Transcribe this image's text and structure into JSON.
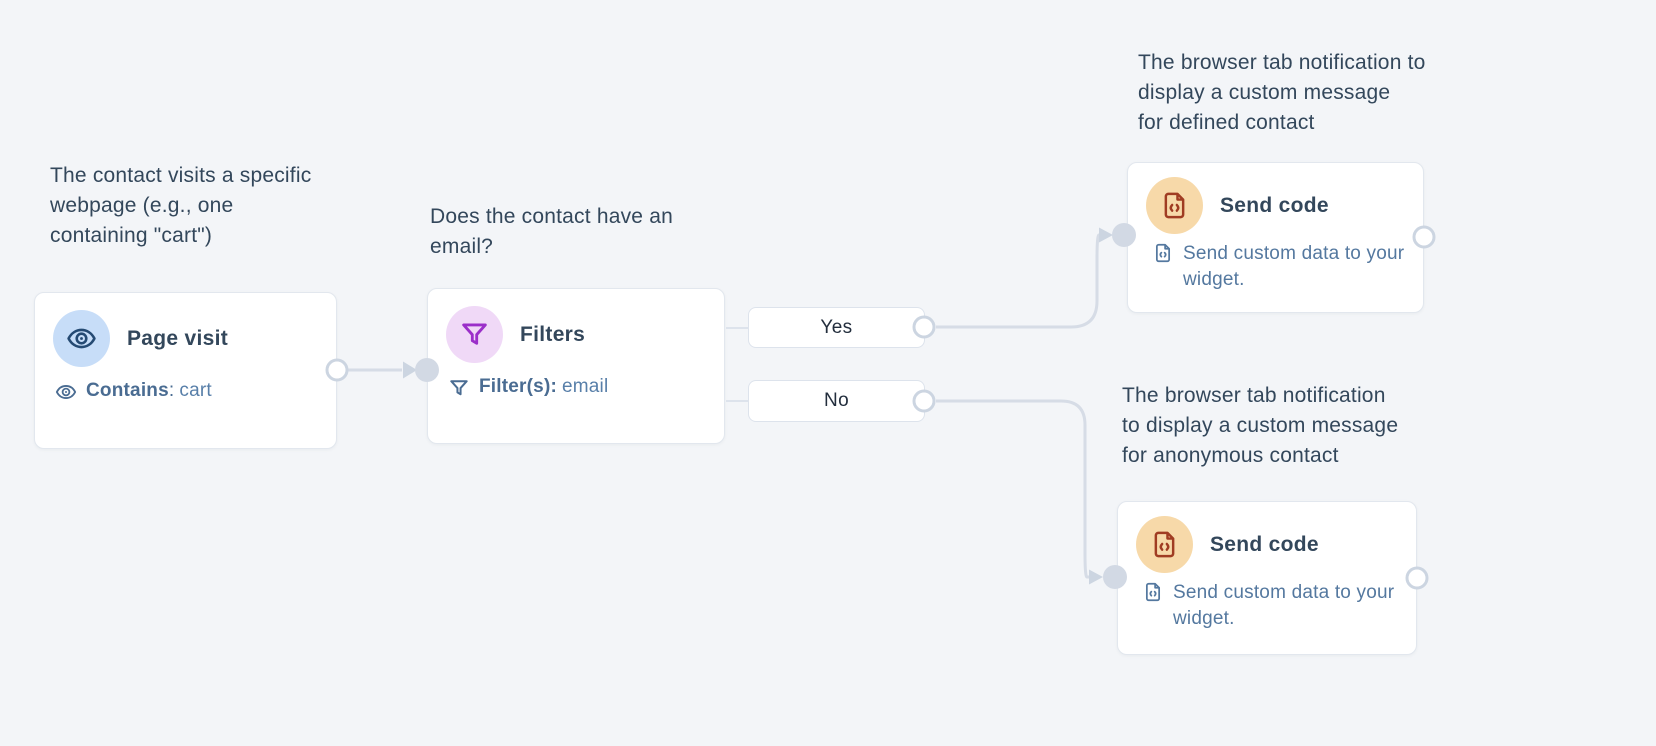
{
  "annotations": {
    "page_visit": "The contact visits a specific\nwebpage (e.g., one\ncontaining \"cart\")",
    "filters": "Does the contact have an\nemail?",
    "send_code_top": "The browser tab notification to\ndisplay a custom message\nfor defined contact",
    "send_code_bottom": "The browser tab notification\nto display a custom message\nfor anonymous contact"
  },
  "nodes": {
    "page_visit": {
      "title": "Page visit",
      "icon": "eye-icon",
      "meta": {
        "label": "Contains",
        "sep": ":",
        "value": "cart"
      }
    },
    "filters": {
      "title": "Filters",
      "icon": "funnel-icon",
      "meta": {
        "label": "Filter(s):",
        "sep": "",
        "value": "email"
      }
    },
    "send_code_top": {
      "title": "Send code",
      "icon": "code-file-icon",
      "description": "Send custom data to your widget."
    },
    "send_code_bottom": {
      "title": "Send code",
      "icon": "code-file-icon",
      "description": "Send custom data to your widget."
    }
  },
  "branch_labels": {
    "yes": "Yes",
    "no": "No"
  },
  "colors": {
    "canvas_bg": "#f3f5f8",
    "connector": "#d6dce6",
    "trigger_accent": "#254a73",
    "trigger_accent_bg": "#c7ddf8",
    "filter_accent": "#9b2fc9",
    "filter_accent_bg": "#f0d9f7",
    "action_accent": "#a03c22",
    "action_accent_bg": "#f7d9a9",
    "text_dark": "#33475b",
    "link": "#54789f"
  }
}
